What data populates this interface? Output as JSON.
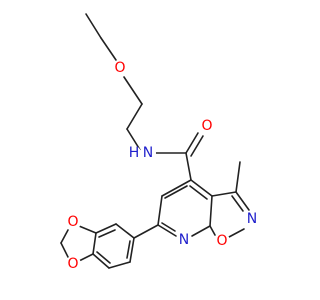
{
  "colors": {
    "background": "#ffffff",
    "bond": "#222222",
    "carbon": "#222222",
    "oxygen": "#ff0000",
    "nitrogen": "#1f1fcc"
  },
  "atoms": {
    "ether_oxygen": {
      "text": "O",
      "element": "O"
    },
    "amide_nitrogen": {
      "text": "N",
      "element": "N"
    },
    "amide_hydrogen": {
      "text": "H",
      "element": "N"
    },
    "carbonyl_oxygen": {
      "text": "O",
      "element": "O"
    },
    "isoxazole_nitrogen": {
      "text": "N",
      "element": "N"
    },
    "isoxazole_oxygen": {
      "text": "O",
      "element": "O"
    },
    "pyridine_nitrogen": {
      "text": "N",
      "element": "N"
    },
    "dioxole_oxygen_top": {
      "text": "O",
      "element": "O"
    },
    "dioxole_oxygen_bottom": {
      "text": "O",
      "element": "O"
    }
  }
}
